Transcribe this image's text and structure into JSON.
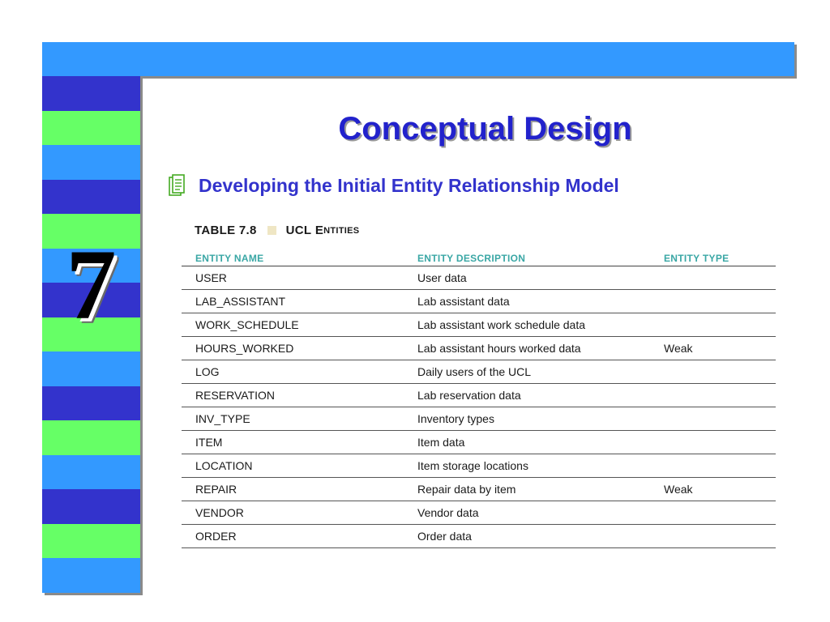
{
  "slide": {
    "chapter_number": "7",
    "title": "Conceptual Design",
    "subtitle": "Developing the Initial Entity Relationship Model",
    "icon": "notepad-bullet-icon"
  },
  "colors": {
    "top_bar": "#3399ff",
    "title": "#2222cc",
    "subtitle": "#3333cc",
    "header_text": "#3aa7a5",
    "caption_square": "#efe6c4",
    "bands": [
      "#3333cc",
      "#66ff66",
      "#3399ff",
      "#3333cc",
      "#66ff66",
      "#3399ff",
      "#3333cc",
      "#66ff66",
      "#3399ff",
      "#3333cc",
      "#66ff66",
      "#3399ff",
      "#3333cc",
      "#66ff66",
      "#3399ff"
    ]
  },
  "table": {
    "caption_label": "TABLE 7.8",
    "caption_prefix": "UCL",
    "caption_rest_initial": "E",
    "caption_rest_smallcaps": "NTITIES",
    "headers": [
      "ENTITY NAME",
      "ENTITY DESCRIPTION",
      "ENTITY TYPE"
    ],
    "rows": [
      [
        "USER",
        "User data",
        ""
      ],
      [
        "LAB_ASSISTANT",
        "Lab assistant data",
        ""
      ],
      [
        "WORK_SCHEDULE",
        "Lab assistant work schedule data",
        ""
      ],
      [
        "HOURS_WORKED",
        "Lab assistant hours worked data",
        "Weak"
      ],
      [
        "LOG",
        "Daily users of the UCL",
        ""
      ],
      [
        "RESERVATION",
        "Lab reservation data",
        ""
      ],
      [
        "INV_TYPE",
        "Inventory types",
        ""
      ],
      [
        "ITEM",
        "Item data",
        ""
      ],
      [
        "LOCATION",
        "Item storage locations",
        ""
      ],
      [
        "REPAIR",
        "Repair data by item",
        "Weak"
      ],
      [
        "VENDOR",
        "Vendor data",
        ""
      ],
      [
        "ORDER",
        "Order data",
        ""
      ]
    ]
  }
}
